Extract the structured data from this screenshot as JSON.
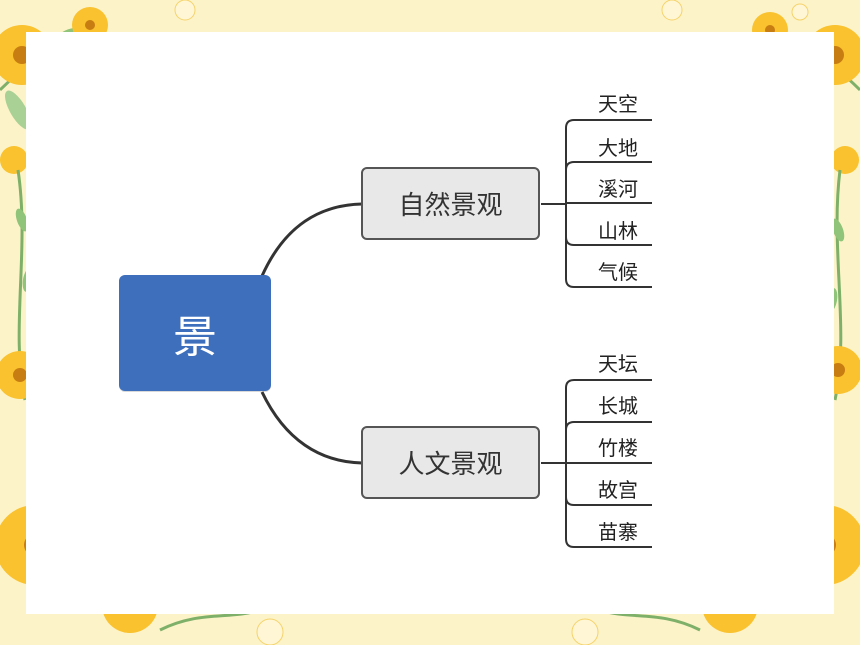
{
  "mindmap": {
    "root": {
      "label": "景"
    },
    "branches": [
      {
        "id": "nature",
        "label": "自然景观",
        "leaves": [
          "天空",
          "大地",
          "溪河",
          "山林",
          "气候"
        ]
      },
      {
        "id": "culture",
        "label": "人文景观",
        "leaves": [
          "天坛",
          "长城",
          "竹楼",
          "故宫",
          "苗寨"
        ]
      }
    ]
  },
  "colors": {
    "root_fill": "#3d6fbd",
    "branch_fill": "#e8e8e8",
    "line": "#333333",
    "frame": "#fdf3c8",
    "flower": "#f9c22e",
    "leaf_green": "#7fb069"
  }
}
